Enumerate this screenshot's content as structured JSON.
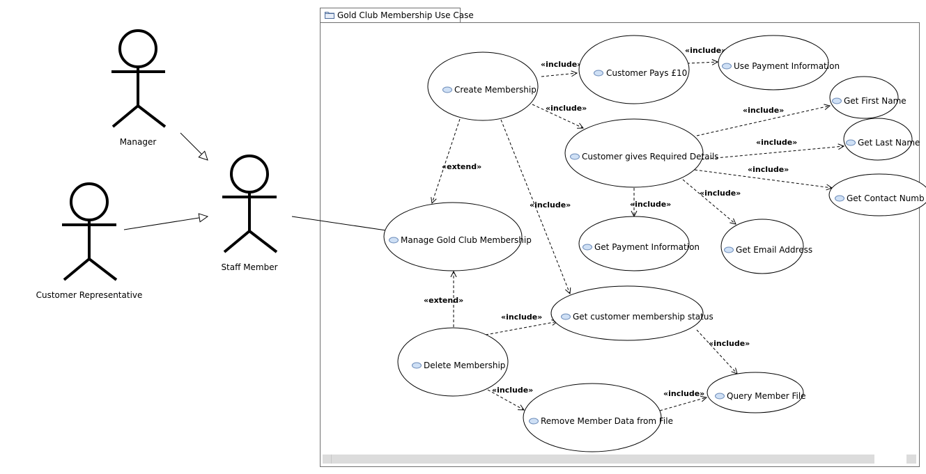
{
  "frame": {
    "title": "Gold Club Membership Use Case"
  },
  "actors": {
    "manager": "Manager",
    "customer_rep": "Customer Representative",
    "staff_member": "Staff Member"
  },
  "use_cases": {
    "create_membership": "Create Membership",
    "customer_pays": "Customer Pays £10",
    "use_payment_info": "Use Payment Information",
    "get_first_name": "Get First Name",
    "get_last_name": "Get Last Name",
    "get_contact_number": "Get Contact Numb",
    "customer_gives_details": "Customer gives Required Details",
    "get_payment_info": "Get Payment Information",
    "get_email": "Get Email Address",
    "manage_gold_club": "Manage Gold Club Membership",
    "get_customer_status": "Get customer membership status",
    "delete_membership": "Delete Membership",
    "remove_member_data": "Remove Member Data from File",
    "query_member_file": "Query Member File"
  },
  "stereotypes": {
    "include": "«include»",
    "extend": "«extend»"
  },
  "colors": {
    "line": "#000000",
    "frame_border": "#6f6f6f",
    "use_case_icon": "#cfe0f5",
    "use_case_icon_border": "#6a8ab8"
  }
}
